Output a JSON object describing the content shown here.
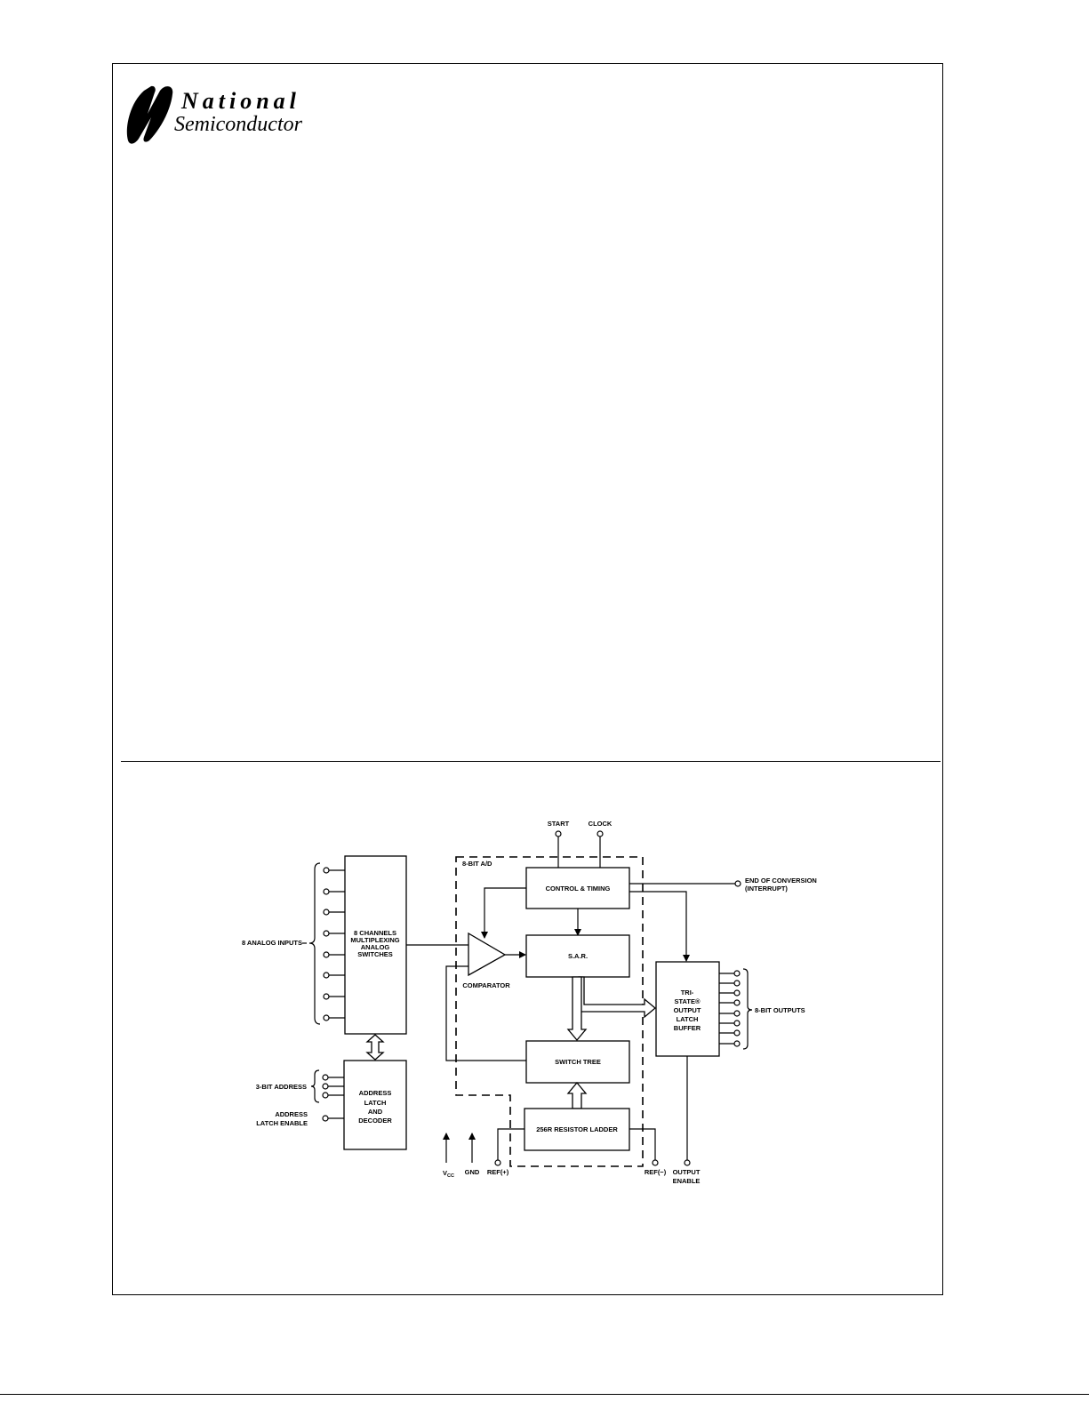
{
  "logo": {
    "line1": "National",
    "line2": "Semiconductor"
  },
  "diagram": {
    "analog_inputs": "8 ANALOG INPUTS",
    "mux": [
      "8 CHANNELS",
      "MULTIPLEXING",
      "ANALOG",
      "SWITCHES"
    ],
    "address_bits": "3-BIT ADDRESS",
    "ale": [
      "ADDRESS",
      "LATCH ENABLE"
    ],
    "decoder": [
      "ADDRESS",
      "LATCH",
      "AND",
      "DECODER"
    ],
    "adc_label": "8-BIT A/D",
    "start": "START",
    "clock": "CLOCK",
    "control": "CONTROL & TIMING",
    "eoc": [
      "END OF CONVERSION",
      "(INTERRUPT)"
    ],
    "sar": "S.A.R.",
    "comparator": "COMPARATOR",
    "switch_tree": "SWITCH TREE",
    "ladder": "256R RESISTOR LADDER",
    "output_latch": [
      "TRI-",
      "STATE®",
      "OUTPUT",
      "LATCH",
      "BUFFER"
    ],
    "outputs": "8-BIT OUTPUTS",
    "vcc": "V",
    "vcc_sub": "CC",
    "gnd": "GND",
    "ref_pos": "REF(+)",
    "ref_neg": "REF(−)",
    "output_enable": [
      "OUTPUT",
      "ENABLE"
    ]
  }
}
